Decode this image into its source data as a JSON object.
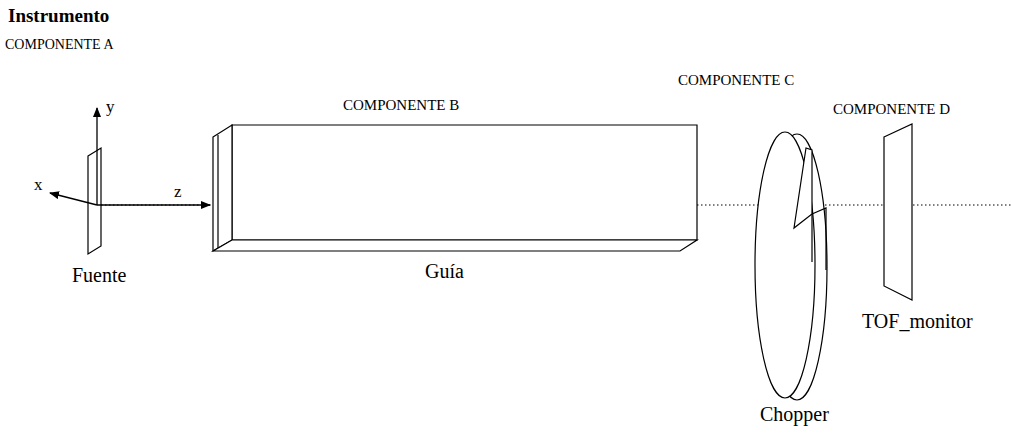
{
  "diagram": {
    "title": "Instrumento",
    "labels": [
      "COMPONENTE A",
      "y",
      "x",
      "z",
      "Fuente",
      "COMPONENTE B",
      "Guía",
      "COMPONENTE C",
      "Chopper",
      "COMPONENTE D",
      "TOF_monitor"
    ]
  }
}
